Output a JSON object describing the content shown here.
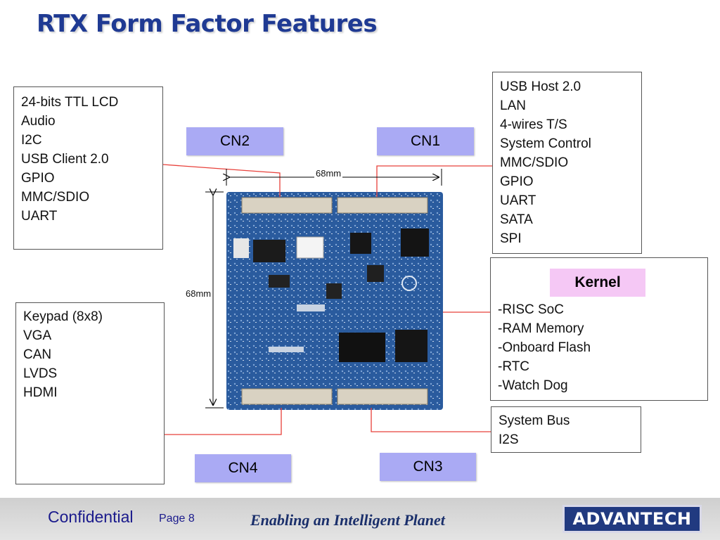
{
  "title": "RTX Form Factor Features",
  "connectors": {
    "cn1": "CN1",
    "cn2": "CN2",
    "cn3": "CN3",
    "cn4": "CN4"
  },
  "boxes": {
    "cn2_features": [
      "24-bits TTL LCD",
      "Audio",
      "I2C",
      "USB Client 2.0",
      "GPIO",
      "MMC/SDIO",
      "UART"
    ],
    "cn1_features": [
      "USB Host 2.0",
      "LAN",
      "4-wires T/S",
      "System Control",
      "MMC/SDIO",
      "GPIO",
      "UART",
      "SATA",
      "SPI"
    ],
    "cn4_features": [
      "Keypad (8x8)",
      "VGA",
      "CAN",
      "LVDS",
      "HDMI"
    ],
    "kernel_title": "Kernel",
    "kernel_features": [
      "-RISC SoC",
      "-RAM Memory",
      "-Onboard Flash",
      "-RTC",
      "-Watch Dog"
    ],
    "cn3_features": [
      "System Bus",
      "I2S"
    ]
  },
  "dimensions": {
    "width": "68mm",
    "height": "68mm"
  },
  "footer": {
    "confidential": "Confidential",
    "page": "Page 8",
    "tagline": "Enabling an Intelligent Planet",
    "logo": "ADVANTECH"
  },
  "colors": {
    "title": "#1f3a93",
    "connector_label_bg": "#aaaaf4",
    "kernel_bg": "#f5c8f5",
    "leader_line": "#e8403a",
    "board": "#2a5b9e"
  }
}
